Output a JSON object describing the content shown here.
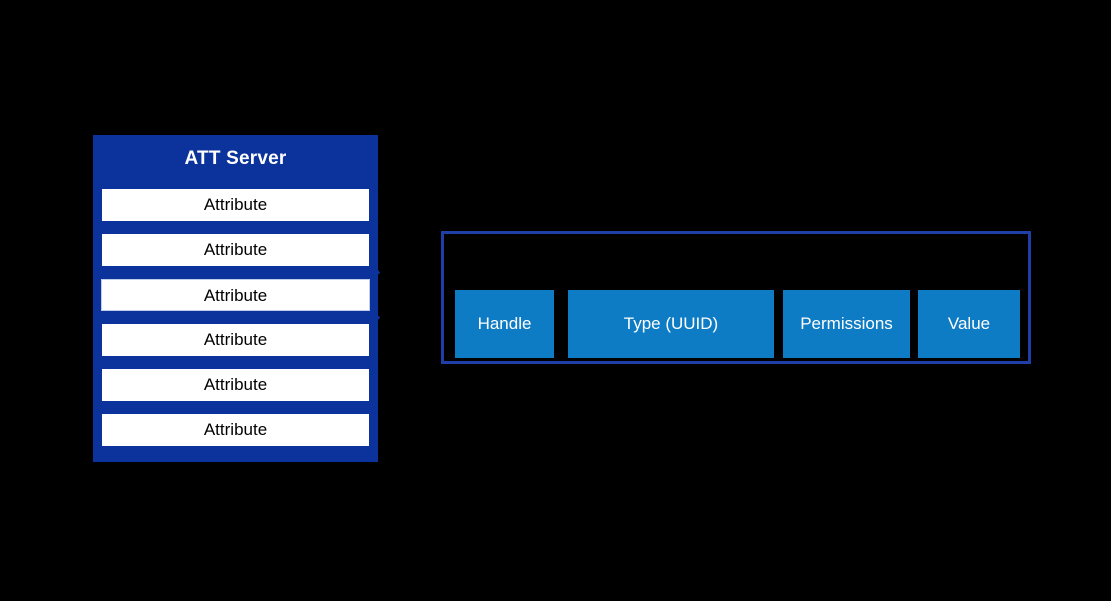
{
  "diagram": {
    "server": {
      "title": "ATT Server",
      "attributes": [
        {
          "label": "Attribute",
          "highlighted": false
        },
        {
          "label": "Attribute",
          "highlighted": false
        },
        {
          "label": "Attribute",
          "highlighted": true
        },
        {
          "label": "Attribute",
          "highlighted": false
        },
        {
          "label": "Attribute",
          "highlighted": false
        },
        {
          "label": "Attribute",
          "highlighted": false
        }
      ]
    },
    "attribute_structure": {
      "fields": [
        {
          "label": "Handle"
        },
        {
          "label": "Type (UUID)"
        },
        {
          "label": "Permissions"
        },
        {
          "label": "Value"
        }
      ]
    },
    "colors": {
      "background": "#000000",
      "server_fill": "#0B339B",
      "attribute_fill": "#FFFFFF",
      "attribute_text": "#000000",
      "panel_border": "#1F3EA8",
      "field_fill": "#0E7CC4",
      "field_text": "#FFFFFF",
      "title_text": "#FFFFFF"
    }
  }
}
